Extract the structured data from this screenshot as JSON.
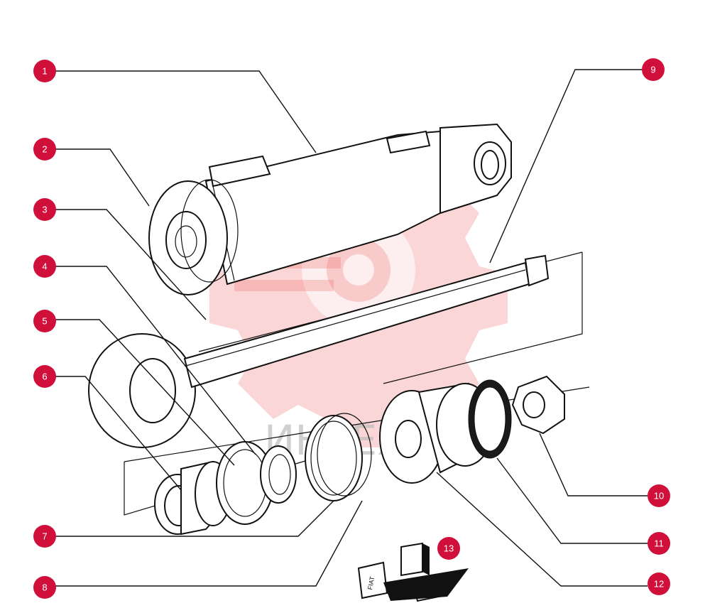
{
  "diagram": {
    "callouts": [
      {
        "id": "1",
        "label": "1"
      },
      {
        "id": "2",
        "label": "2"
      },
      {
        "id": "3",
        "label": "3"
      },
      {
        "id": "4",
        "label": "4"
      },
      {
        "id": "5",
        "label": "5"
      },
      {
        "id": "6",
        "label": "6"
      },
      {
        "id": "7",
        "label": "7"
      },
      {
        "id": "8",
        "label": "8"
      },
      {
        "id": "9",
        "label": "9"
      },
      {
        "id": "10",
        "label": "10"
      },
      {
        "id": "11",
        "label": "11"
      },
      {
        "id": "12",
        "label": "12"
      },
      {
        "id": "13",
        "label": "13"
      }
    ],
    "watermark_text": "ИНТЕХ",
    "kit_box_label": "FIAT",
    "colors": {
      "callout": "#d0103a",
      "watermark": "#f06a6a",
      "line": "#111111"
    }
  }
}
